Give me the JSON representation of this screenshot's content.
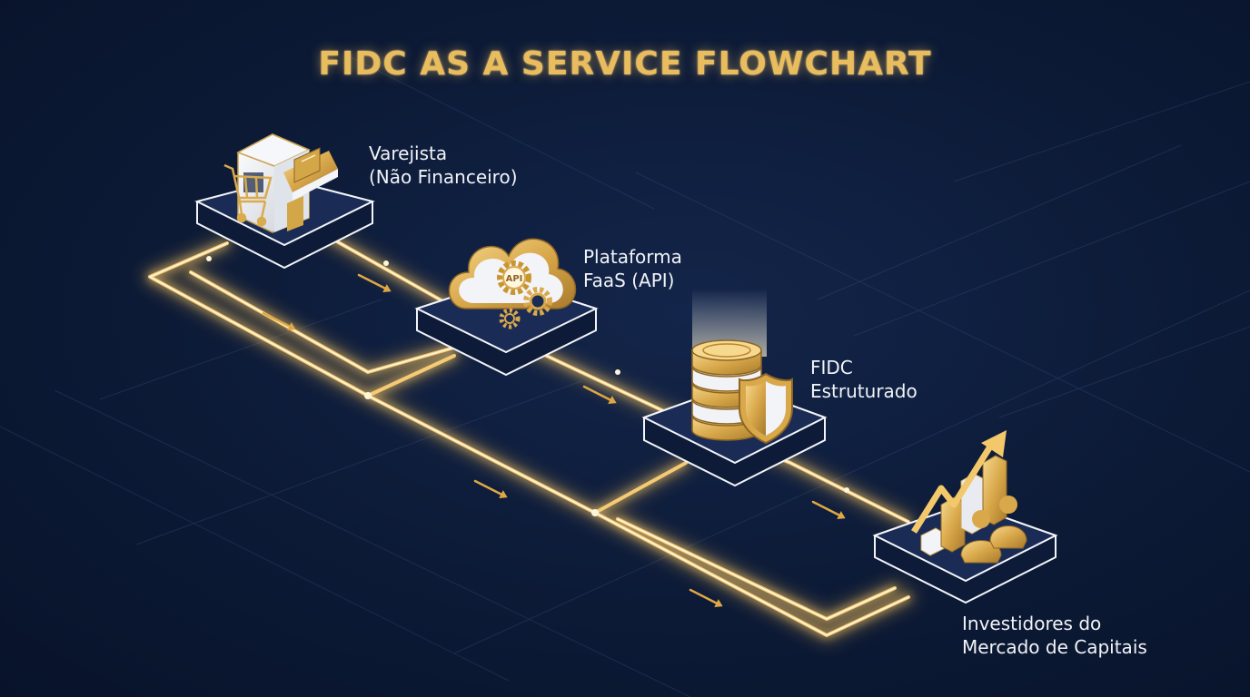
{
  "title": "FIDC AS A SERVICE FLOWCHART",
  "nodes": [
    {
      "id": "varejista",
      "icon": "store-cart-icon",
      "label_line1": "Varejista",
      "label_line2": "(Não Financeiro)"
    },
    {
      "id": "plataforma",
      "icon": "cloud-api-gears-icon",
      "label_line1": "Plataforma",
      "label_line2": "FaaS (API)"
    },
    {
      "id": "fidc",
      "icon": "coins-shield-icon",
      "label_line1": "FIDC",
      "label_line2": "Estruturado"
    },
    {
      "id": "investidores",
      "icon": "growth-chart-investors-icon",
      "label_line1": "Investidores do",
      "label_line2": "Mercado de Capitais"
    }
  ],
  "edges": [
    {
      "from": "varejista",
      "to": "plataforma"
    },
    {
      "from": "plataforma",
      "to": "fidc"
    },
    {
      "from": "fidc",
      "to": "investidores"
    }
  ],
  "colors": {
    "background": "#0c1a36",
    "gold": "#e9bd5e",
    "glow": "#ffd277",
    "platform_top": "#1a2c55",
    "platform_edge": "#f2f4f8",
    "text": "#f1f3f7"
  },
  "icons": [
    "cart-icon",
    "api-icon",
    "gear-icon",
    "shield-icon",
    "arrow-up-icon",
    "person-icon"
  ]
}
